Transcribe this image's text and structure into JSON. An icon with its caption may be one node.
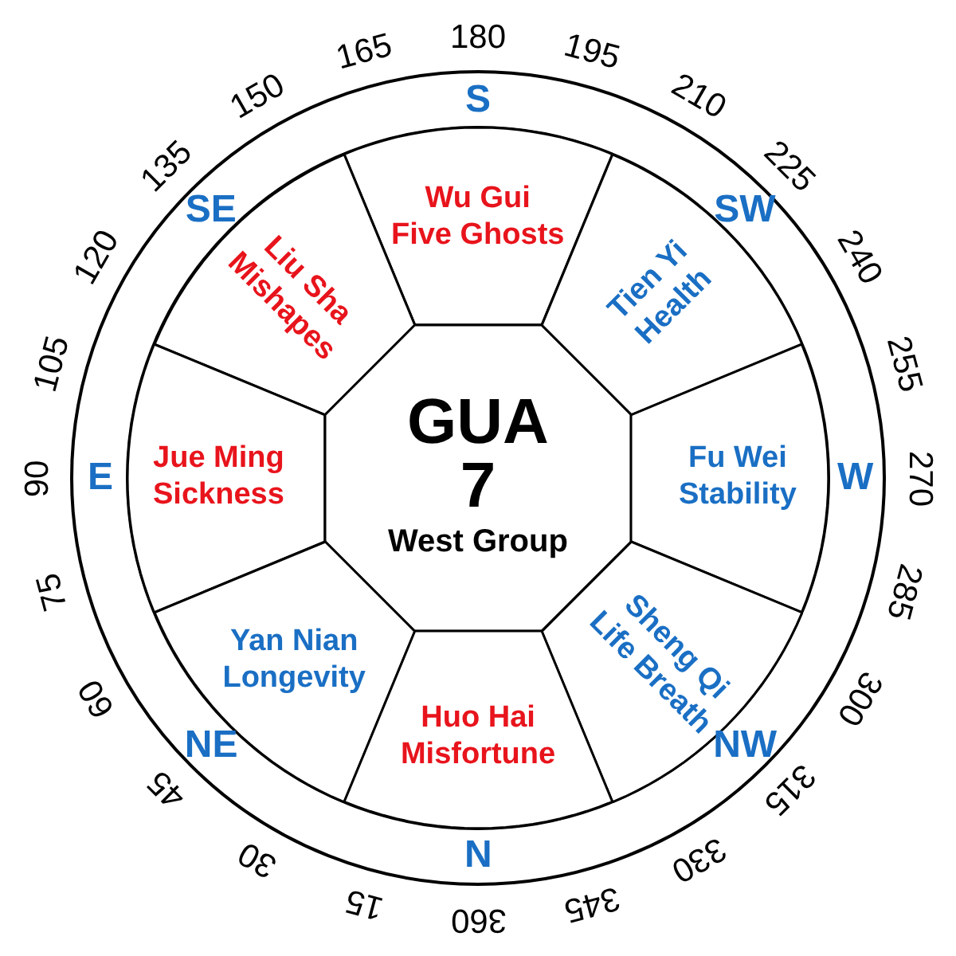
{
  "diagram": {
    "nodes": [
      {
        "text": [
          "Wu Gui",
          "Five Ghosts"
        ]
      },
      {
        "text": [
          "Liu Sha",
          "Mishapes"
        ]
      },
      {
        "text": [
          "Tien Yi",
          "Health"
        ]
      },
      {
        "text": [
          "Jue Ming",
          "Sickness"
        ]
      },
      {
        "text": [
          "GUA",
          "7",
          "West Group"
        ]
      },
      {
        "text": [
          "Fu Wei",
          "Stability"
        ]
      },
      {
        "text": [
          "Yan Nian",
          "Longevity"
        ]
      },
      {
        "text": [
          "Sheng Qi",
          "Life Breath"
        ]
      },
      {
        "text": [
          "Huo Hai",
          "Misfortune"
        ]
      }
    ],
    "edges": [],
    "labels": [
      "180",
      "195",
      "210",
      "225",
      "240",
      "255",
      "270",
      "285",
      "300",
      "315",
      "330",
      "345",
      "360",
      "15",
      "30",
      "45",
      "60",
      "75",
      "90",
      "105",
      "120",
      "135",
      "150",
      "165",
      "S",
      "SW",
      "W",
      "NW",
      "N",
      "NE",
      "E",
      "SE"
    ]
  }
}
